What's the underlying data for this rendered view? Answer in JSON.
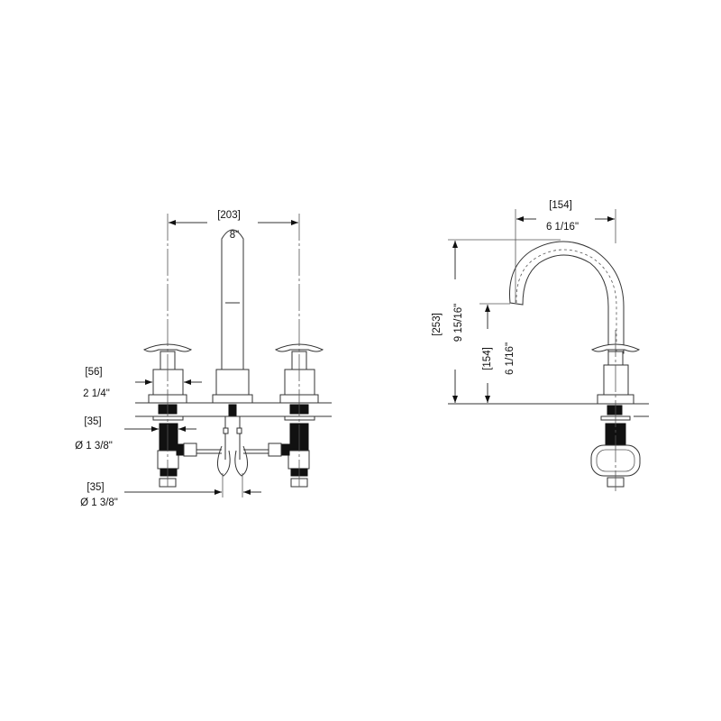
{
  "front_view": {
    "spread_mm": "[203]",
    "spread_in": "8\"",
    "handle_base_mm": "[56]",
    "handle_base_in": "2 1/4\"",
    "valve_dia_mm": "[35]",
    "valve_dia_in": "Ø 1 3/8\"",
    "spout_shank_dia_mm": "[35]",
    "spout_shank_dia_in": "Ø 1 3/8\""
  },
  "side_view": {
    "reach_mm": "[154]",
    "reach_in": "6 1/16\"",
    "height_mm": "[253]",
    "height_in": "9 15/16\"",
    "spout_clearance_mm": "[154]",
    "spout_clearance_in": "6 1/16\""
  },
  "colors": {
    "line": "#333333",
    "background": "#ffffff"
  }
}
